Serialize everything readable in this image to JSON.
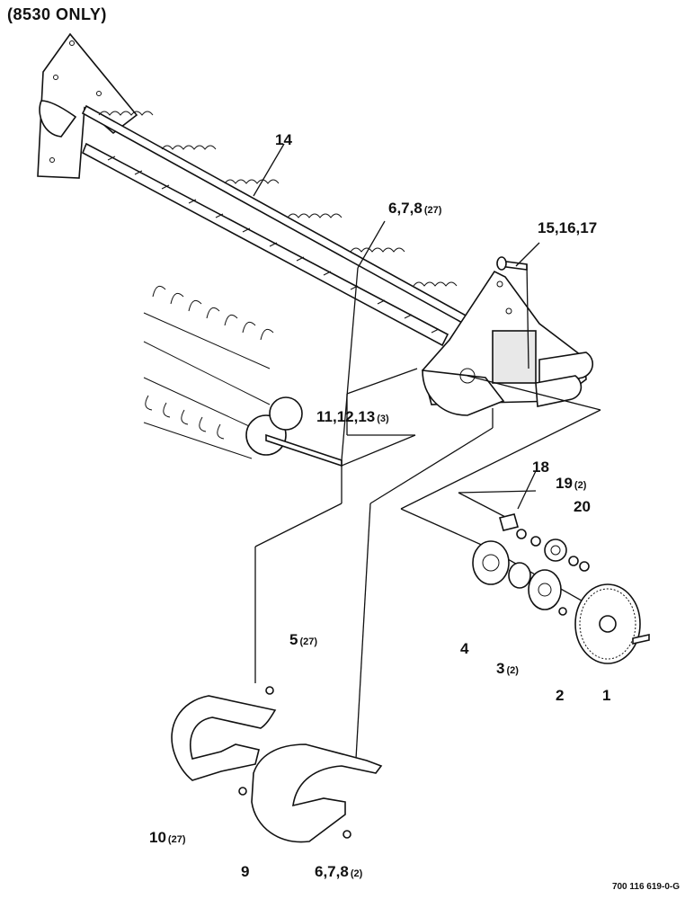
{
  "header": {
    "note": "(8530 ONLY)"
  },
  "callouts": [
    {
      "id": "p14",
      "label": "14",
      "qty": ""
    },
    {
      "id": "p678a",
      "label": "6,7,8",
      "qty": "(27)"
    },
    {
      "id": "p151617",
      "label": "15,16,17",
      "qty": ""
    },
    {
      "id": "p111213",
      "label": "11,12,13",
      "qty": "(3)"
    },
    {
      "id": "p18",
      "label": "18",
      "qty": ""
    },
    {
      "id": "p19",
      "label": "19",
      "qty": "(2)"
    },
    {
      "id": "p20",
      "label": "20",
      "qty": ""
    },
    {
      "id": "p4",
      "label": "4",
      "qty": ""
    },
    {
      "id": "p3",
      "label": "3",
      "qty": "(2)"
    },
    {
      "id": "p2",
      "label": "2",
      "qty": ""
    },
    {
      "id": "p1",
      "label": "1",
      "qty": ""
    },
    {
      "id": "p5",
      "label": "5",
      "qty": "(27)"
    },
    {
      "id": "p10",
      "label": "10",
      "qty": "(27)"
    },
    {
      "id": "p9",
      "label": "9",
      "qty": ""
    },
    {
      "id": "p678b",
      "label": "6,7,8",
      "qty": "(2)"
    }
  ],
  "drawing_number": "700 116 619-0-G"
}
